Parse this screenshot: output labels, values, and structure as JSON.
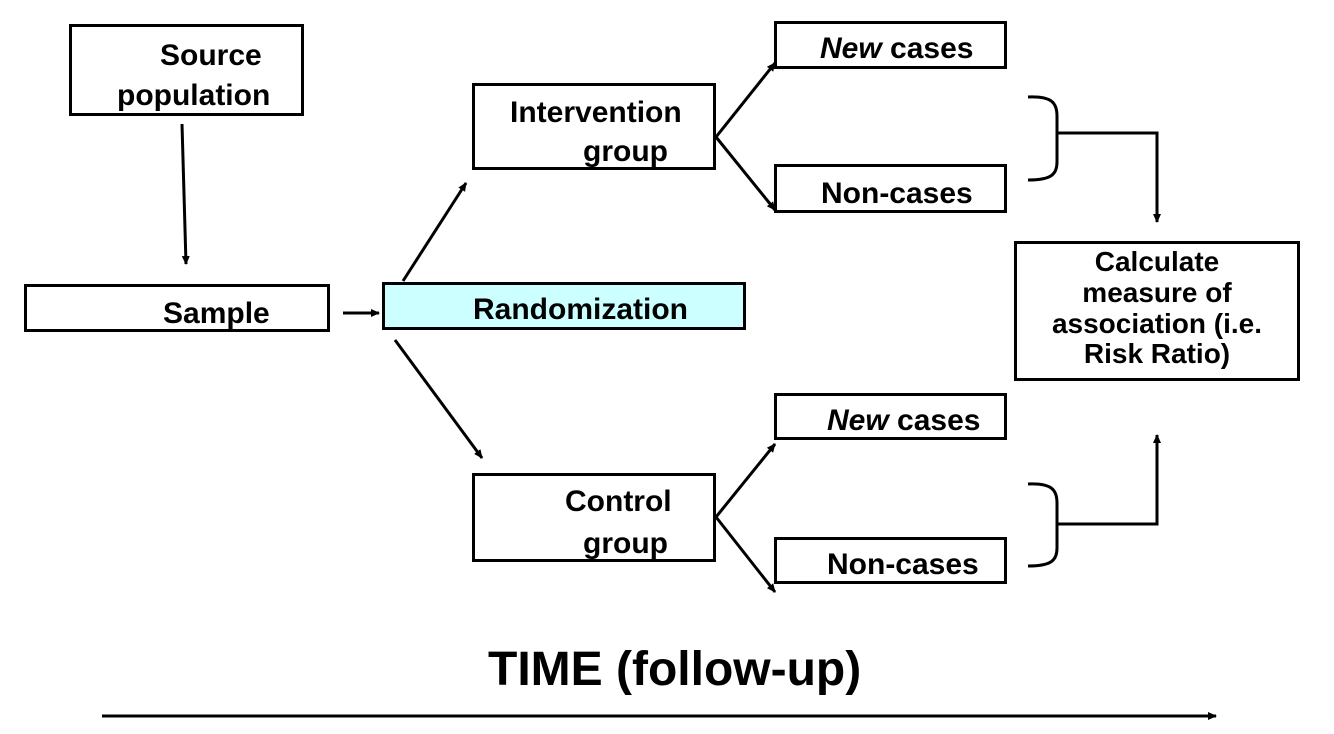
{
  "header": {
    "title_fragment": ""
  },
  "boxes": {
    "source_population": {
      "line1": "Source",
      "line2": "population"
    },
    "sample": {
      "label": "Sample"
    },
    "randomization": {
      "label": "Randomization"
    },
    "intervention_group": {
      "line1": "Intervention",
      "line2": "group"
    },
    "control_group": {
      "line1": "Control",
      "line2": "group"
    },
    "intervention_new_cases": {
      "emph": "New",
      "rest": "cases"
    },
    "intervention_non_cases": {
      "label": "Non-cases"
    },
    "control_new_cases": {
      "emph": "New",
      "rest": "cases"
    },
    "control_non_cases": {
      "label": "Non-cases"
    },
    "calculate_measure": {
      "line1": "Calculate",
      "line2": "measure of",
      "line3": "association (i.e.",
      "line4": "Risk Ratio)"
    }
  },
  "timeline": {
    "label": "TIME (follow-up)"
  },
  "colors": {
    "randomization_fill": "#ccffff",
    "stroke": "#000000",
    "header_red": "#e8262b"
  }
}
